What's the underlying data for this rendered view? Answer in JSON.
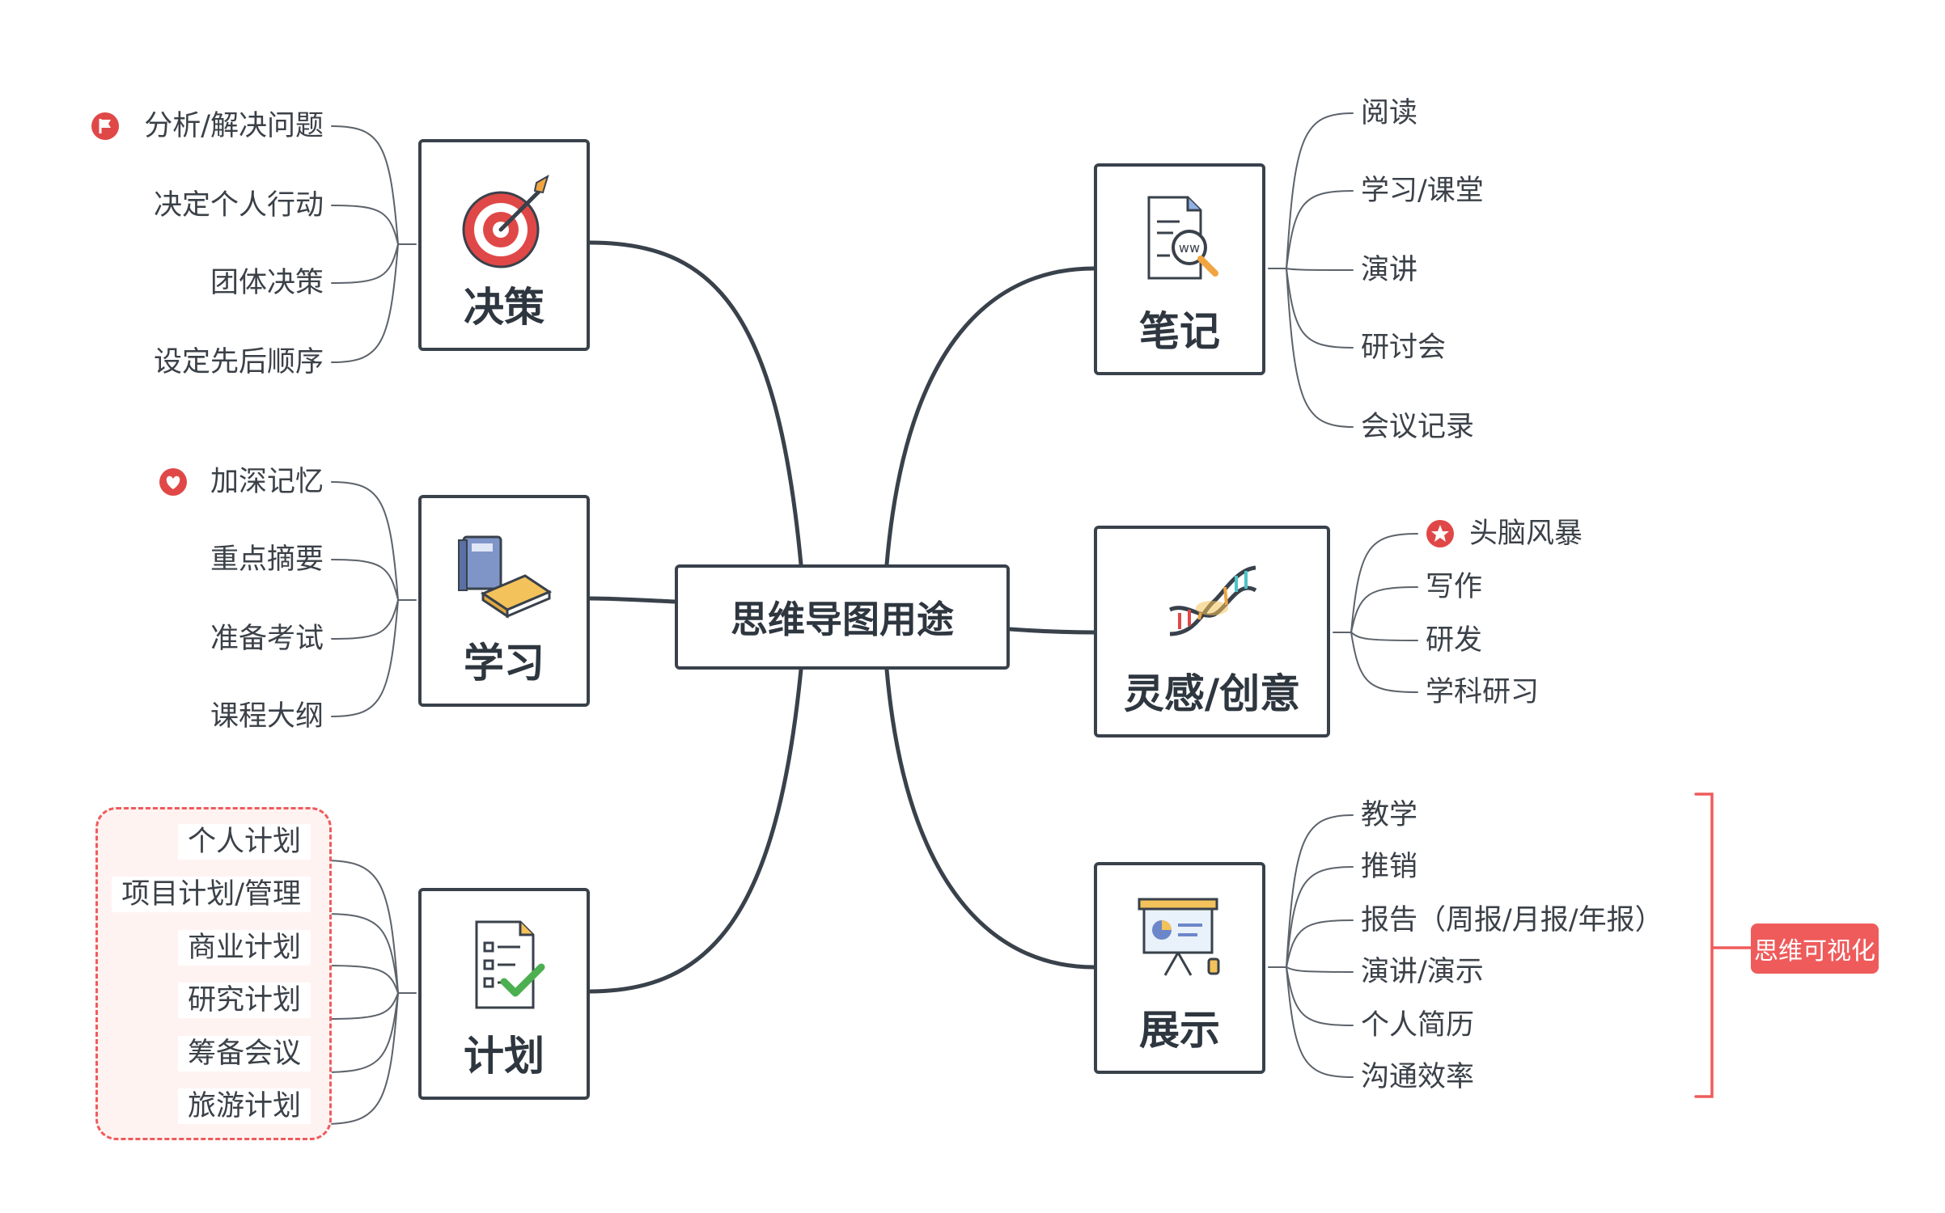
{
  "center": {
    "label": "思维导图用途"
  },
  "branches": {
    "decision": {
      "label": "决策",
      "icon": "target-icon",
      "items": [
        "分析/解决问题",
        "决定个人行动",
        "团体决策",
        "设定先后顺序"
      ],
      "first_item_marker": "flag-icon"
    },
    "study": {
      "label": "学习",
      "icon": "books-icon",
      "items": [
        "加深记忆",
        "重点摘要",
        "准备考试",
        "课程大纲"
      ],
      "first_item_marker": "heart-icon"
    },
    "plan": {
      "label": "计划",
      "icon": "checklist-icon",
      "items": [
        "个人计划",
        "项目计划/管理",
        "商业计划",
        "研究计划",
        "筹备会议",
        "旅游计划"
      ]
    },
    "notes": {
      "label": "笔记",
      "icon": "web-document-search-icon",
      "items": [
        "阅读",
        "学习/课堂",
        "演讲",
        "研讨会",
        "会议记录"
      ]
    },
    "inspiration": {
      "label": "灵感/创意",
      "icon": "dna-icon",
      "items": [
        "头脑风暴",
        "写作",
        "研发",
        "学科研习"
      ],
      "first_item_marker": "star-icon"
    },
    "presentation": {
      "label": "展示",
      "icon": "presentation-board-icon",
      "items": [
        "教学",
        "推销",
        "报告（周报/月报/年报）",
        "演讲/演示",
        "个人简历",
        "沟通效率"
      ],
      "summary_label": "思维可视化"
    }
  },
  "colors": {
    "node_border": "#39414b",
    "branch_line": "#39414b",
    "leaf_line": "#5c636b",
    "accent_red": "#ef5b5b",
    "plan_boundary_fill": "#fff3f2"
  }
}
